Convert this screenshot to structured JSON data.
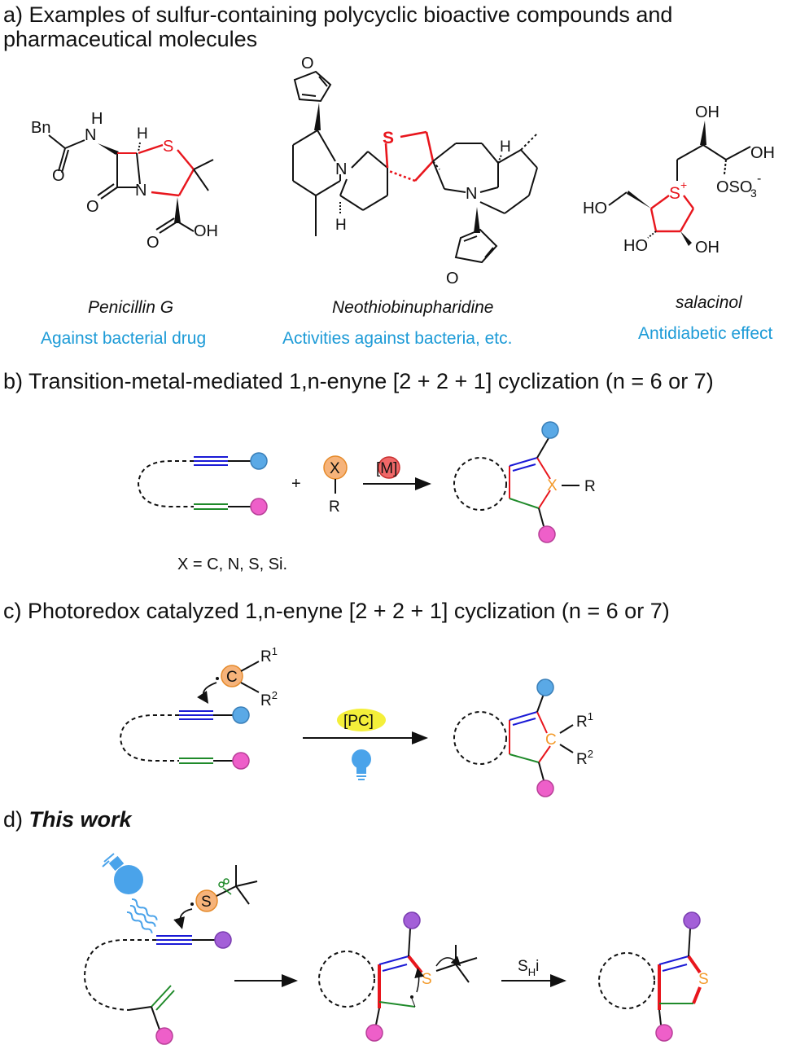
{
  "section_a": {
    "heading_line1": "a) Examples of sulfur-containing polycyclic bioactive compounds and",
    "heading_line2": "pharmaceutical molecules",
    "compounds": [
      {
        "name": "Penicillin G",
        "activity": "Against bacterial drug"
      },
      {
        "name": "Neothiobinupharidine",
        "activity": "Activities against bacteria, etc."
      },
      {
        "name": "salacinol",
        "activity": "Antidiabetic effect"
      }
    ],
    "atom_labels": {
      "bn": "Bn",
      "nh_n": "N",
      "nh_h": "H",
      "o": "O",
      "h": "H",
      "s": "S",
      "n": "N",
      "oh": "OH",
      "furan_o": "O",
      "s_plus": "S",
      "plus": "+",
      "ho": "HO",
      "oso3": "OSO",
      "sub3": "3",
      "minus": "-"
    }
  },
  "section_b": {
    "heading": "b) Transition-metal-mediated 1,n-enyne [2 + 2 + 1] cyclization (n = 6 or 7)",
    "x_label": "X",
    "r_label": "R",
    "plus": "+",
    "catalyst": "[M]",
    "product_x": "X",
    "product_r": "R",
    "note": "X = C, N, S, Si."
  },
  "section_c": {
    "heading": "c) Photoredox catalyzed 1,n-enyne [2 + 2 + 1] cyclization (n = 6 or 7)",
    "radical_c": "C",
    "r": "R",
    "sup1": "1",
    "sup2": "2",
    "catalyst": "[PC]"
  },
  "section_d": {
    "heading_prefix": "d) ",
    "heading_emph": "This work",
    "s_label": "S",
    "shi_label": "S",
    "shi_sub": "H",
    "shi_suffix": "i"
  },
  "colors": {
    "blue_bond": "#1a1ad6",
    "green_bond": "#1f8a2a",
    "red_bond": "#e8161d",
    "orange_atom": "#f39a2a",
    "blue_sphere": "#5aa9e6",
    "pink_sphere": "#ee5fc9",
    "purple_sphere": "#a35fd8",
    "activity_text": "#1d9bd7",
    "pc_highlight": "#f4ef3a"
  },
  "icons": [
    "light-bulb-icon",
    "wavy-light-icon",
    "scissors-icon"
  ]
}
